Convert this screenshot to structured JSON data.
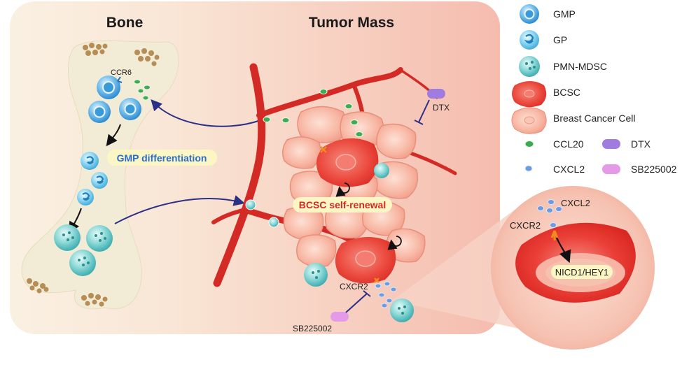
{
  "titles": {
    "bone": "Bone",
    "tumor_mass": "Tumor Mass"
  },
  "labels": {
    "ccr6": "CCR6",
    "gmp_differentiation": "GMP differentiation",
    "bcsc_self_renewal": "BCSC self-renewal",
    "dtx": "DTX",
    "cxcr2_tumor": "CXCR2",
    "sb225002": "SB225002",
    "cxcl2_zoom": "CXCL2",
    "cxcr2_zoom": "CXCR2",
    "nicd1_hey1": "NICD1/HEY1"
  },
  "legend": {
    "gmp": "GMP",
    "gp": "GP",
    "pmn_mdsc": "PMN-MDSC",
    "bcsc": "BCSC",
    "breast_cancer_cell": "Breast Cancer Cell",
    "ccl20": "CCL20",
    "dtx": "DTX",
    "cxcl2": "CXCL2",
    "sb225002": "SB225002"
  },
  "colors": {
    "bone_panel": "#f8ebdc",
    "tumor_panel": "#f6c2b4",
    "bone_shape": "#f3ecd6",
    "vessel": "#d42a25",
    "bcsc": "#e83a35",
    "cancer_cell": "#f6b09f",
    "gmp": "#3a9ad8",
    "pmn_mdsc": "#5cc2c4",
    "ccl20": "#3cab52",
    "cxcl2": "#6a9be3",
    "dtx": "#a07be0",
    "sb225002": "#e59ae8",
    "arrow_navy": "#2c2f86",
    "highlight_label": "#fbf6c4"
  }
}
